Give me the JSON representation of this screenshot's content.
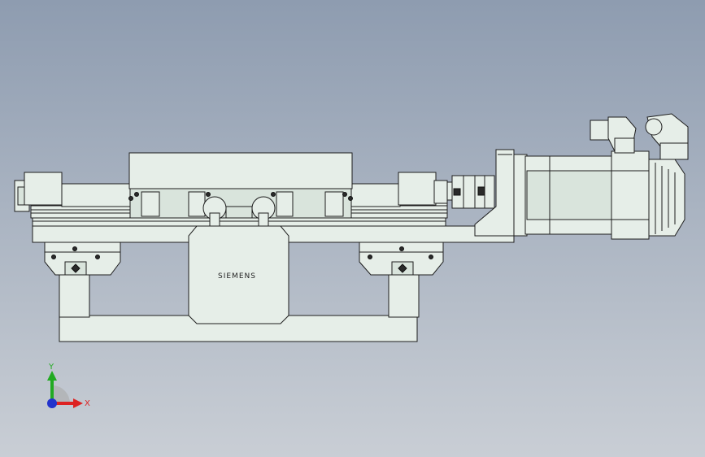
{
  "viewport": {
    "background_top": "#8e9cb0",
    "background_bottom": "#c9ced5",
    "part_fill": "#e6eee8",
    "edge_color": "#1e1e1e"
  },
  "model": {
    "brand_label": "SIEMENS"
  },
  "triad": {
    "y_label": "Y",
    "x_label": "X",
    "y_color": "#22aa22",
    "x_color": "#dd2222",
    "z_color": "#2233cc"
  }
}
